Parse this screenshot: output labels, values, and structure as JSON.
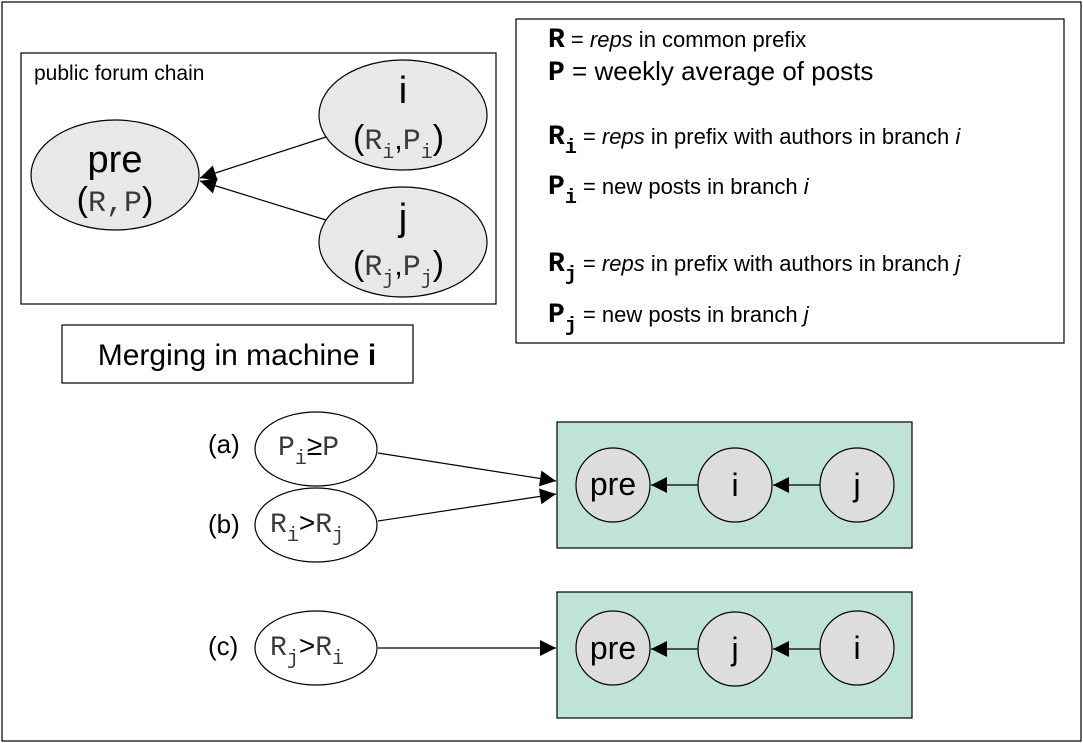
{
  "forum": {
    "title": "public forum chain",
    "pre_label": "pre",
    "pre_params": {
      "open": "(",
      "r": "R",
      "comma": ",",
      "p": "P",
      "close": ")"
    },
    "branch_i": {
      "label": "i",
      "open": "(",
      "r": "R",
      "sub_r": "i",
      "comma": ",",
      "p": "P",
      "sub_p": "i",
      "close": ")"
    },
    "branch_j": {
      "label": "j",
      "open": "(",
      "r": "R",
      "sub_r": "j",
      "comma": ",",
      "p": "P",
      "sub_p": "j",
      "close": ")"
    }
  },
  "legend": {
    "r": {
      "symbol": "R",
      "eq": " = ",
      "em": "reps",
      "text": " in common prefix"
    },
    "p": {
      "symbol": "P",
      "eq": " = ",
      "text": "weekly average of posts"
    },
    "ri": {
      "symbol": "R",
      "sub": "i",
      "eq": " = ",
      "em": "reps",
      "text": " in prefix with authors in branch ",
      "branch": "i"
    },
    "pi": {
      "symbol": "P",
      "sub": "i",
      "eq": " = ",
      "text": "new posts in branch ",
      "branch": "i"
    },
    "rj": {
      "symbol": "R",
      "sub": "j",
      "eq": " = ",
      "em": "reps",
      "text": " in prefix with authors in branch ",
      "branch": "j"
    },
    "pj": {
      "symbol": "P",
      "sub": "j",
      "eq": " = ",
      "text": "new posts in branch ",
      "branch": "j"
    }
  },
  "merge_title": {
    "text": "Merging in machine ",
    "bold": "i"
  },
  "conditions": {
    "a": {
      "label": "(a)",
      "l": "P",
      "l_sub": "i",
      "op": "≥",
      "r": "P",
      "r_sub": ""
    },
    "b": {
      "label": "(b)",
      "l": "R",
      "l_sub": "i",
      "op": ">",
      "r": "R",
      "r_sub": "j"
    },
    "c": {
      "label": "(c)",
      "l": "R",
      "l_sub": "j",
      "op": ">",
      "r": "R",
      "r_sub": "i"
    }
  },
  "results": {
    "top": [
      "pre",
      "i",
      "j"
    ],
    "bottom": [
      "pre",
      "j",
      "i"
    ]
  },
  "colors": {
    "node_fill": "#e8e8e8",
    "result_node_fill": "#dddddd",
    "result_box_fill": "#bfe3d4"
  }
}
